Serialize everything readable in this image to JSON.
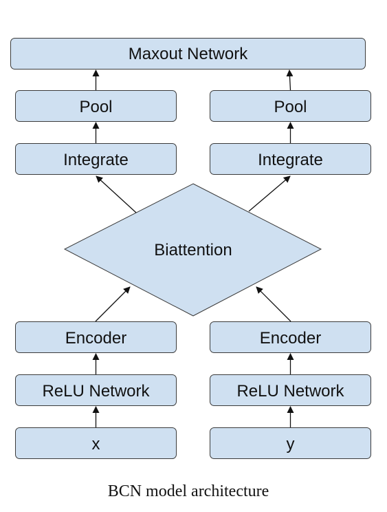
{
  "nodes": {
    "maxout": "Maxout Network",
    "pool_left": "Pool",
    "pool_right": "Pool",
    "integrate_left": "Integrate",
    "integrate_right": "Integrate",
    "biattention": "Biattention",
    "encoder_left": "Encoder",
    "encoder_right": "Encoder",
    "relu_left": "ReLU Network",
    "relu_right": "ReLU Network",
    "input_x": "x",
    "input_y": "y"
  },
  "caption": "BCN model architecture",
  "colors": {
    "node_fill": "#cfe0f1",
    "node_stroke": "#3a3a3a"
  }
}
